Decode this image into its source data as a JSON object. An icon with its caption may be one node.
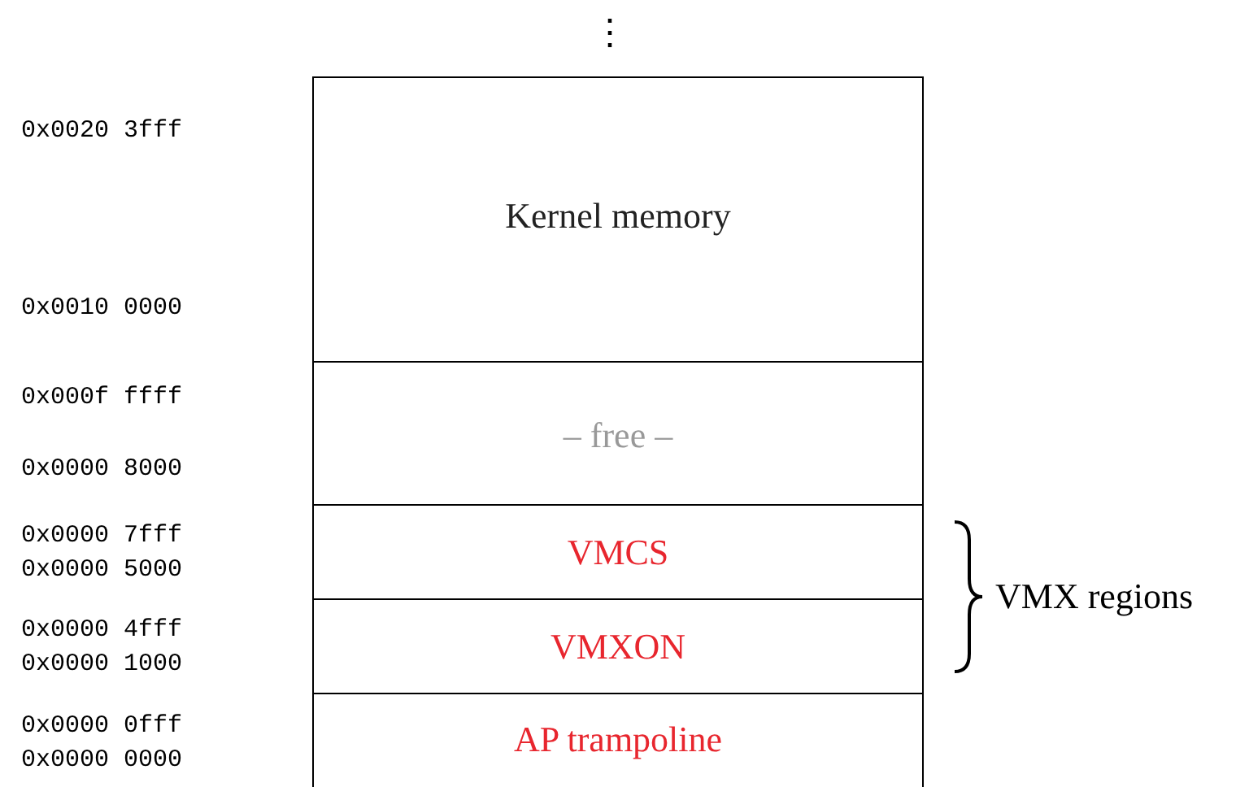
{
  "diagram": {
    "nodes": [
      {
        "text": [
          "Kernel memory"
        ]
      },
      {
        "text": [
          "– free –"
        ]
      },
      {
        "text": [
          "VMCS"
        ]
      },
      {
        "text": [
          "VMXON"
        ]
      },
      {
        "text": [
          "AP trampoline"
        ]
      }
    ],
    "labels": [
      "⋮",
      "0x0020 3fff",
      "0x0010 0000",
      "0x000f ffff",
      "0x0000 8000",
      "0x0000 7fff",
      "0x0000 5000",
      "VMX regions",
      "0x0000 4fff",
      "0x0000 1000",
      "0x0000 0fff",
      "0x0000 0000"
    ]
  }
}
